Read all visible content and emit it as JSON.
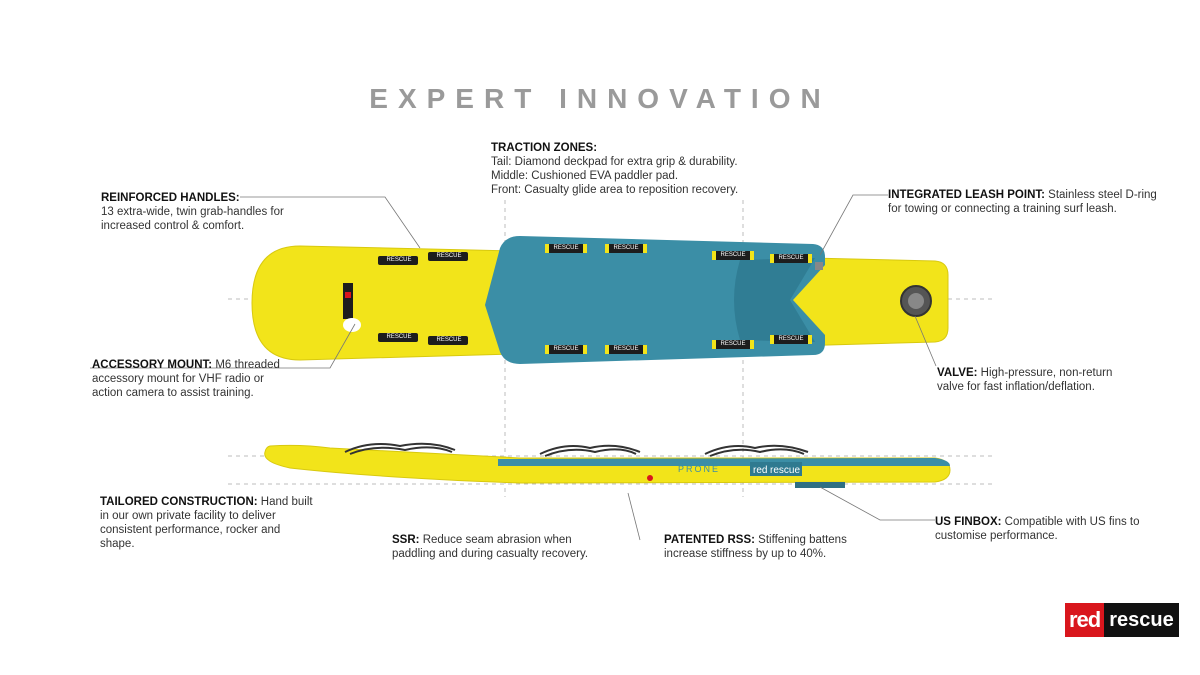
{
  "title": "EXPERT INNOVATION",
  "colors": {
    "board": "#f2e41a",
    "deck": "#3b8ea6",
    "handle": "#222222",
    "accent": "#d9161d"
  },
  "callouts": {
    "traction": {
      "heading": "TRACTION ZONES:",
      "lines": [
        "Tail: Diamond deckpad for extra grip & durability.",
        "Middle: Cushioned EVA paddler pad.",
        "Front: Casualty glide area to reposition recovery."
      ]
    },
    "handles": {
      "heading": "REINFORCED HANDLES:",
      "lines": [
        "13 extra-wide, twin grab-handles for",
        "increased control & comfort."
      ]
    },
    "leash": {
      "heading": "INTEGRATED LEASH POINT:",
      "text": "Stainless steel D-ring",
      "line2": "for towing or connecting a training surf leash."
    },
    "mount": {
      "heading": "ACCESSORY MOUNT:",
      "text": "M6 threaded",
      "line2": "accessory mount for VHF radio or",
      "line3": "action camera to assist training."
    },
    "valve": {
      "heading": "VALVE:",
      "text": "High-pressure, non-return",
      "line2": "valve for fast inflation/deflation."
    },
    "tailored": {
      "heading": "TAILORED CONSTRUCTION:",
      "text": "Hand built",
      "line2": "in our own private facility to deliver",
      "line3": "consistent performance, rocker and",
      "line4": "shape."
    },
    "ssr": {
      "heading": "SSR:",
      "text": "Reduce seam abrasion when",
      "line2": "paddling and during casualty recovery."
    },
    "rss": {
      "heading": "PATENTED RSS:",
      "text": "Stiffening battens",
      "line2": "increase stiffness by up to 40%."
    },
    "finbox": {
      "heading": "US FINBOX:",
      "text": "Compatible with US fins to",
      "line2": "customise performance."
    }
  },
  "board_labels": {
    "handle": "RESCUE",
    "prone": "PRONE",
    "brand_red": "red",
    "brand_rescue": "rescue"
  },
  "logo": {
    "red": "red",
    "rescue": "rescue"
  }
}
